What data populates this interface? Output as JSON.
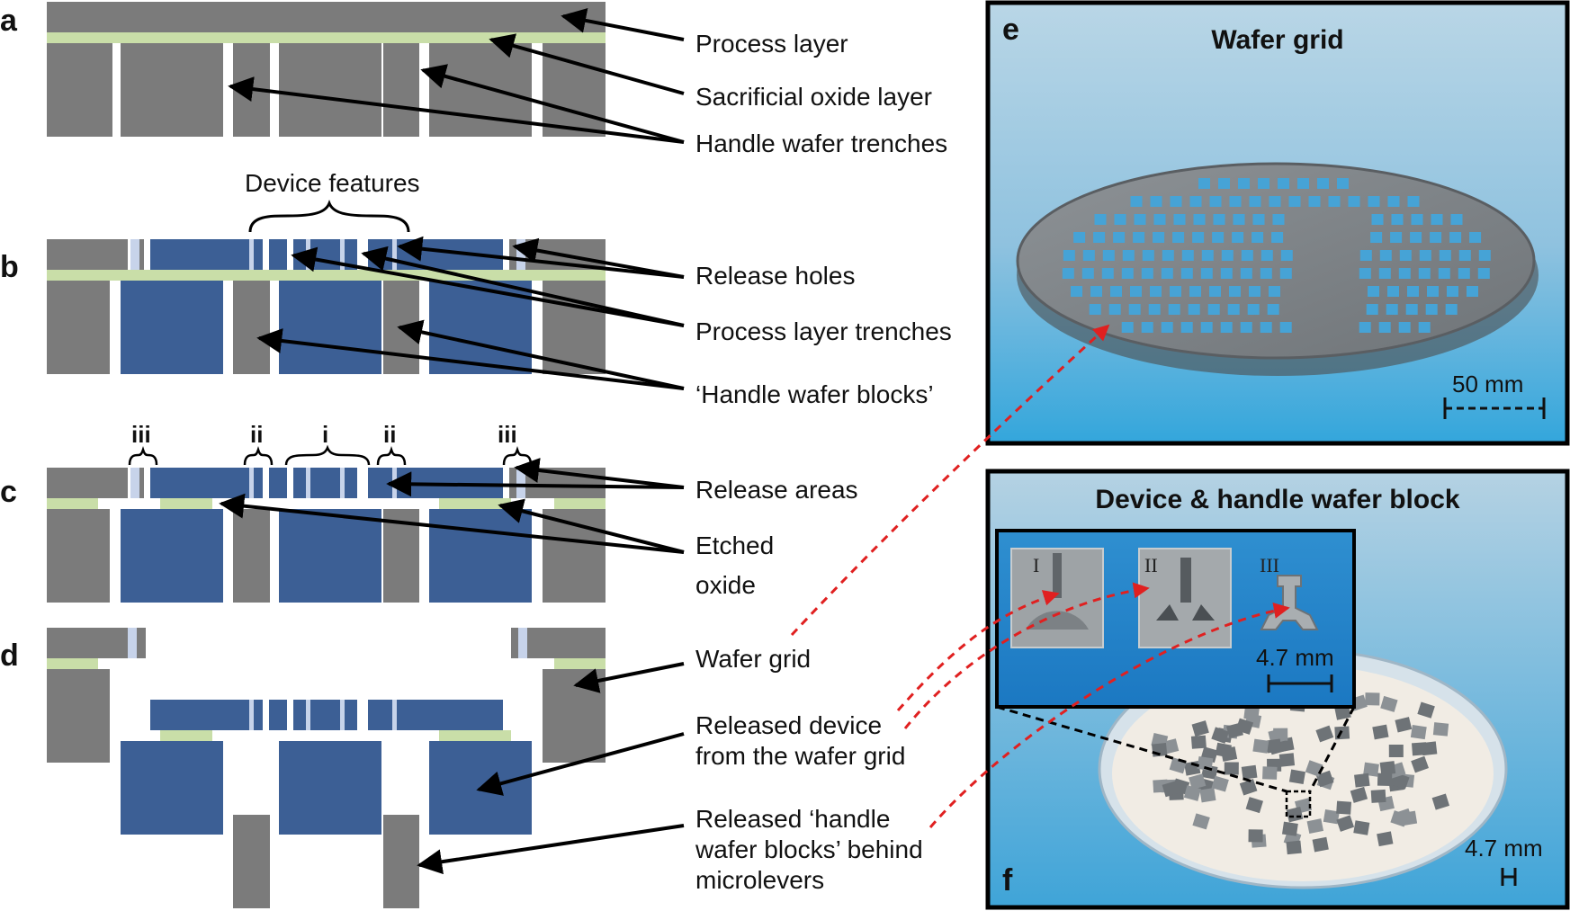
{
  "colors": {
    "grey": "#7b7b7b",
    "blue": "#3c5f95",
    "oxide": "#c9dea8",
    "release_hole": "#c7d3ea",
    "photo_sky": "#9fc8e0",
    "red_dashed": "#e02020"
  },
  "panels": {
    "a": {
      "letter": "a",
      "labels": {
        "process_layer": "Process layer",
        "sacrificial_oxide": "Sacrificial oxide layer",
        "handle_trenches": "Handle wafer trenches"
      }
    },
    "b": {
      "letter": "b",
      "device_features": "Device features",
      "labels": {
        "release_holes": "Release holes",
        "process_trenches": "Process layer trenches",
        "handle_blocks": "‘Handle wafer blocks’"
      }
    },
    "c": {
      "letter": "c",
      "romans": [
        "iii",
        "ii",
        "i",
        "ii",
        "iii"
      ],
      "labels": {
        "release_areas": "Release areas",
        "etched": "Etched",
        "oxide": "oxide"
      }
    },
    "d": {
      "letter": "d",
      "labels": {
        "wafer_grid": "Wafer grid",
        "released_device_1": "Released device",
        "released_device_2": "from the wafer grid",
        "released_blocks_1": "Released ‘handle",
        "released_blocks_2": "wafer blocks’ behind",
        "released_blocks_3": "microlevers"
      }
    },
    "e": {
      "letter": "e",
      "title": "Wafer grid",
      "scale": "50 mm"
    },
    "f": {
      "letter": "f",
      "title": "Device & handle wafer block",
      "inset_labels": [
        "I",
        "II",
        "III"
      ],
      "inset_scale": "4.7 mm",
      "scale": "4.7 mm"
    }
  }
}
